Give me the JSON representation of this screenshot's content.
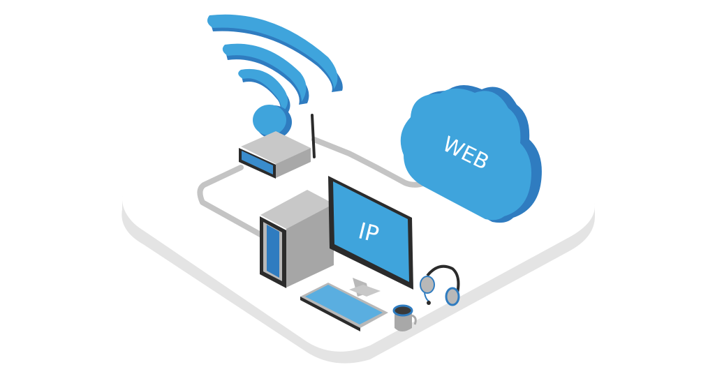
{
  "illustration": {
    "subject": "Isometric network diagram",
    "cloud": {
      "label": "WEB"
    },
    "monitor": {
      "label": "IP"
    },
    "elements": [
      "wifi-signal",
      "router",
      "cloud",
      "desktop-tower",
      "monitor",
      "keyboard",
      "headset",
      "coffee-mug",
      "platform",
      "network-cables"
    ]
  },
  "colors": {
    "primary_blue": "#3fa4dc",
    "dark_blue": "#2f7cc0",
    "gray": "#b8b8b8",
    "dark_gray": "#2b2b2b",
    "platform_top": "#ffffff",
    "platform_edge": "#e4e4e4",
    "cable": "#c4c4c4"
  }
}
